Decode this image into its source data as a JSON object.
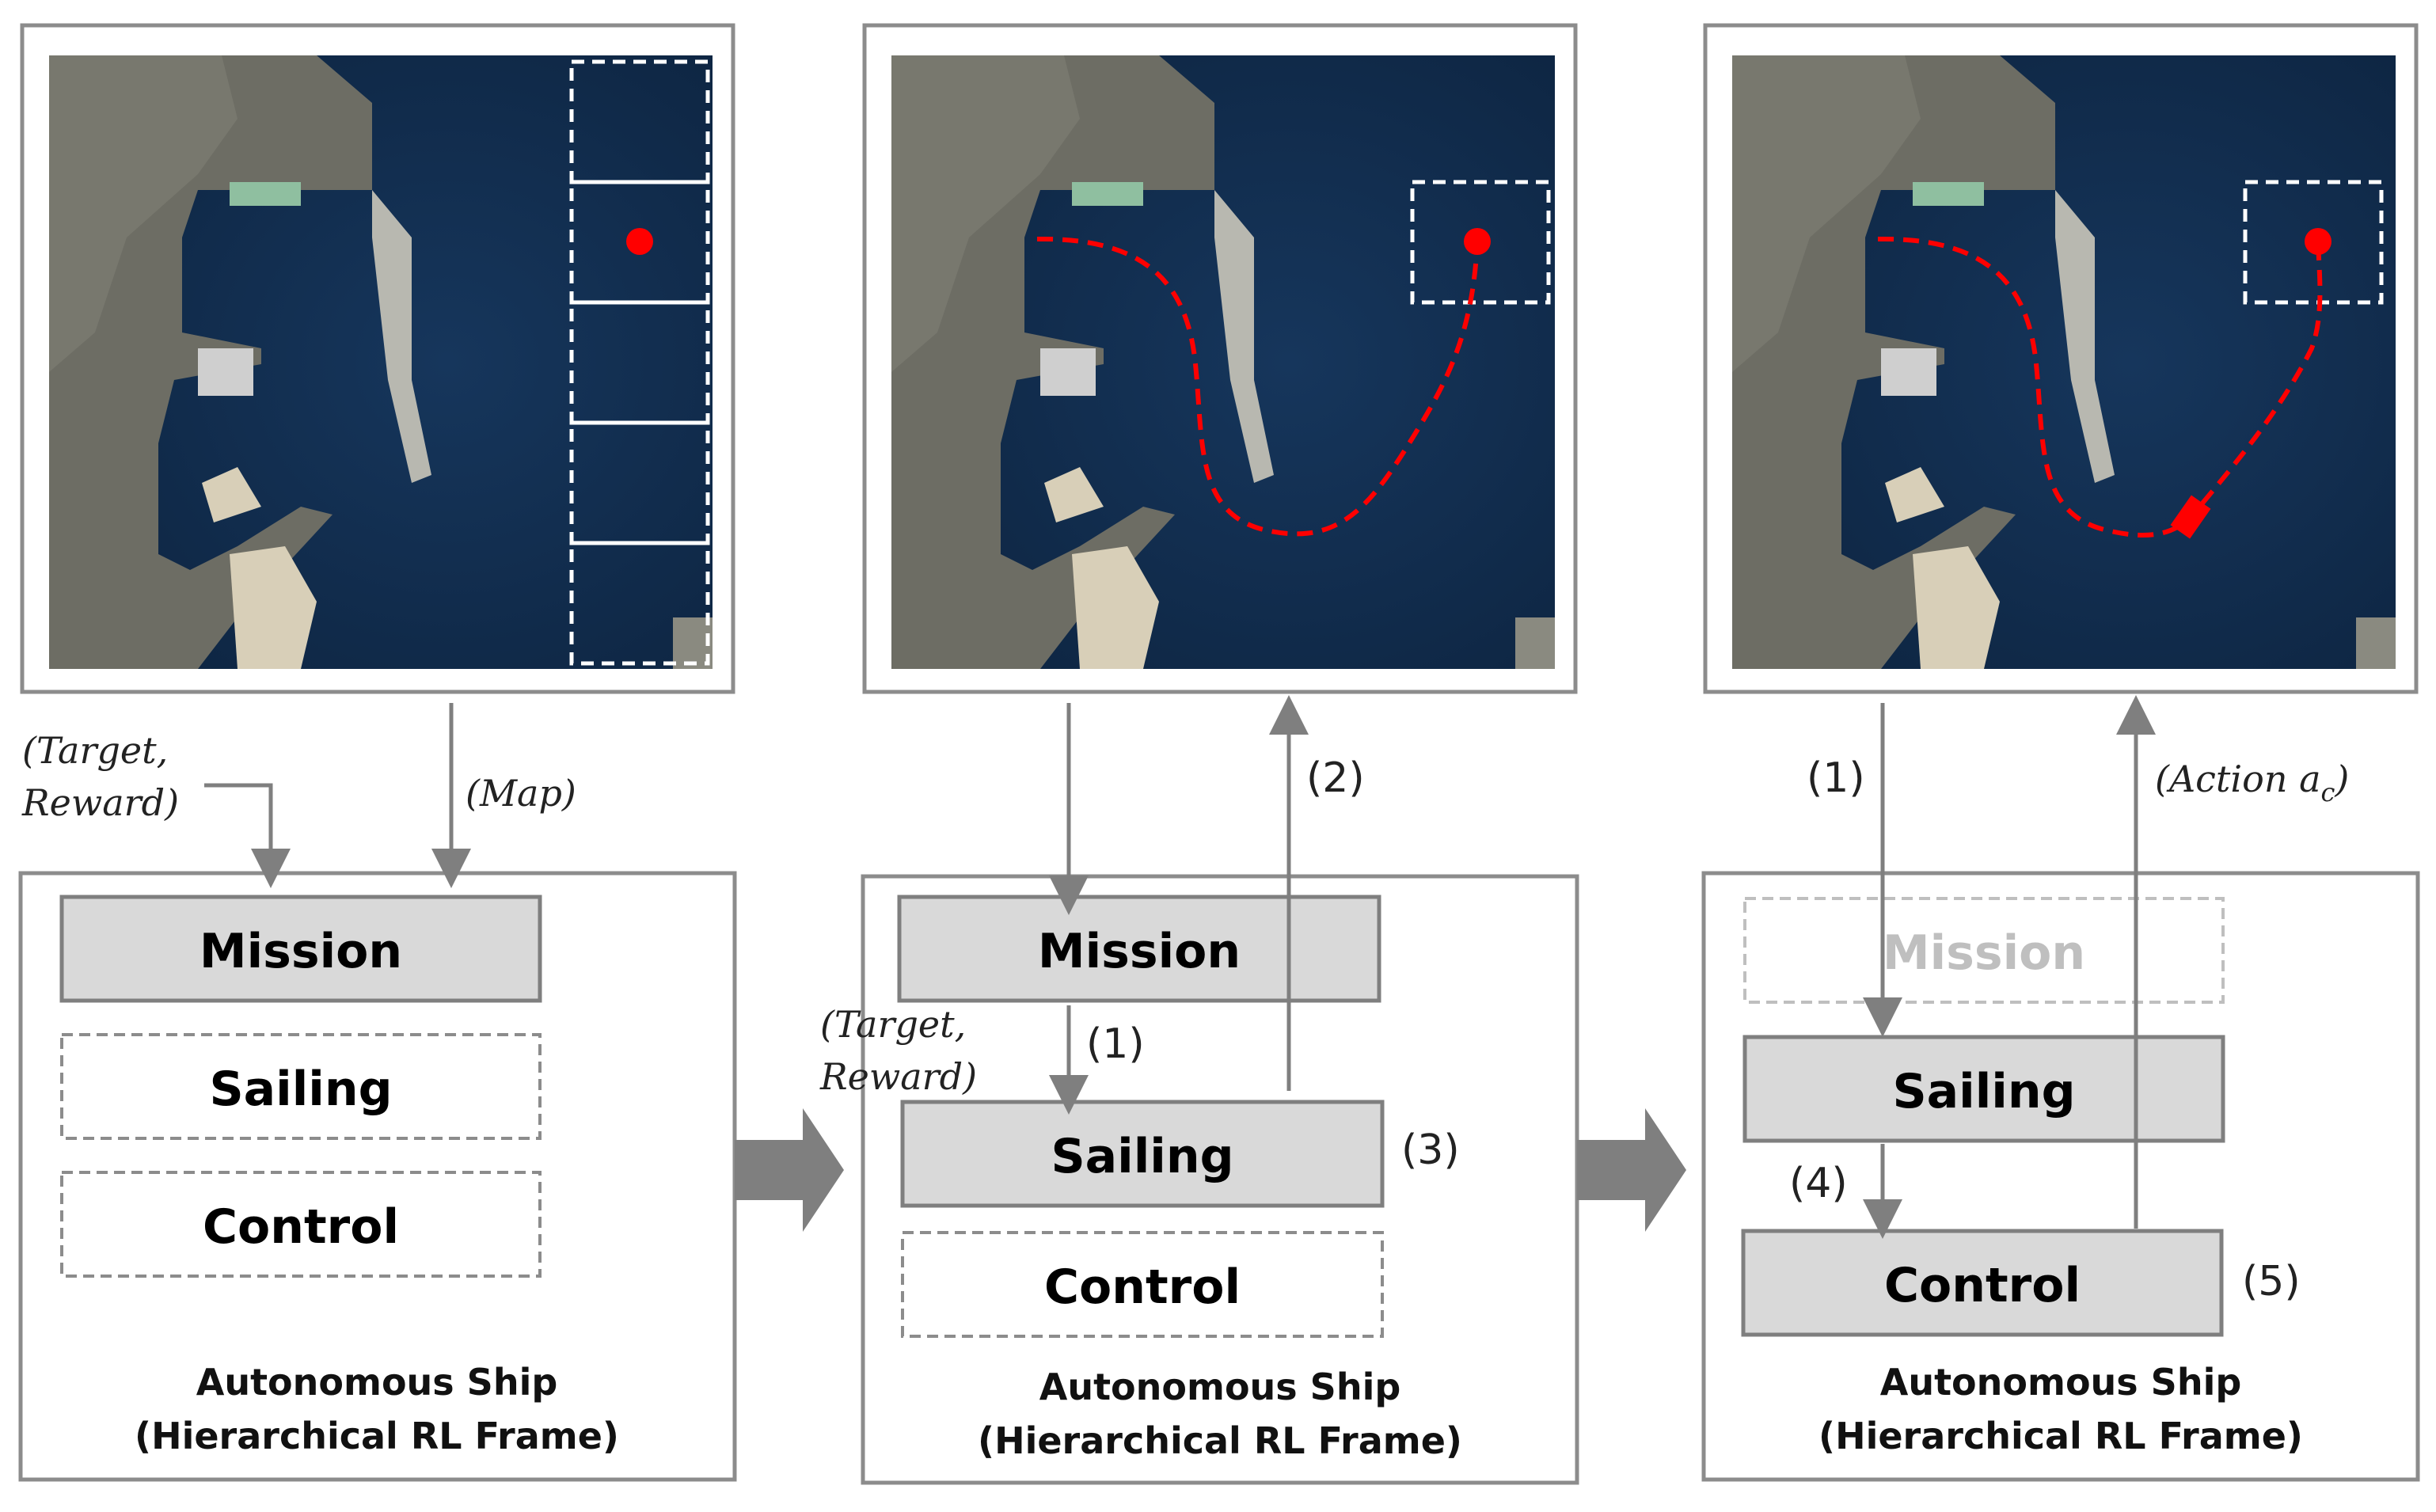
{
  "diagram": {
    "panels": [
      {
        "id": "left",
        "blocks": {
          "mission": "Mission",
          "sailing": "Sailing",
          "control": "Control"
        },
        "frame_title": "Autonomous Ship",
        "frame_subtitle": "(Hierarchical RL Frame)",
        "inputs": {
          "target_reward_line1": "(Target,",
          "target_reward_line2": "Reward)",
          "map": "(Map)"
        }
      },
      {
        "id": "middle",
        "blocks": {
          "mission": "Mission",
          "sailing": "Sailing",
          "control": "Control"
        },
        "frame_title": "Autonomous Ship",
        "frame_subtitle": "(Hierarchical RL Frame)",
        "labels": {
          "step1": "(1)",
          "step2": "(2)",
          "step3": "(3)",
          "target_reward_line1": "(Target,",
          "target_reward_line2": "Reward)"
        }
      },
      {
        "id": "right",
        "blocks": {
          "mission": "Mission",
          "sailing": "Sailing",
          "control": "Control"
        },
        "frame_title": "Autonomous Ship",
        "frame_subtitle": "(Hierarchical RL Frame)",
        "labels": {
          "step1": "(1)",
          "step4": "(4)",
          "step5": "(5)",
          "action_prefix": "(Action a",
          "action_sub": "c",
          "action_suffix": ")"
        }
      }
    ],
    "colors": {
      "sea": "#0f2a4a",
      "land": "#6d6d64",
      "block_fill": "#d9d9d9",
      "block_stroke": "#7f7f7f",
      "arrow": "#7f7f7f",
      "target_red": "#ff0000",
      "faded_text": "#bfbfbf"
    }
  }
}
